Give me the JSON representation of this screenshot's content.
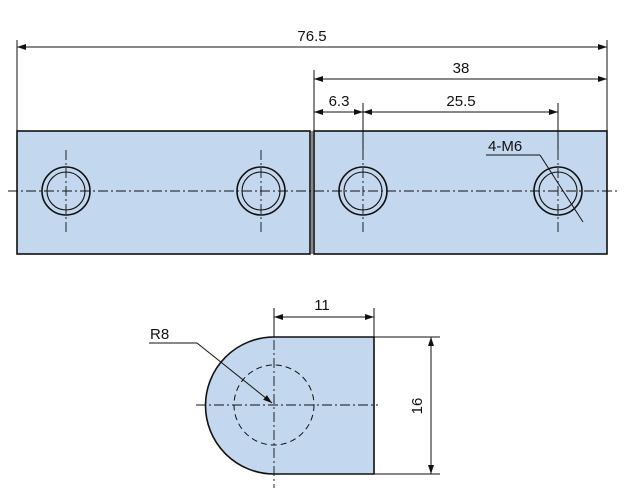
{
  "drawing": {
    "colors": {
      "part_fill": "#c3d7ee",
      "line": "#111111",
      "background": "#ffffff"
    },
    "dimensions": {
      "overall_length": "76.5",
      "half_length": "38",
      "edge_to_hole": "6.3",
      "hole_spacing": "25.5",
      "thread_callout": "4-M6",
      "flat_length": "11",
      "radius": "R8",
      "height": "16"
    }
  }
}
